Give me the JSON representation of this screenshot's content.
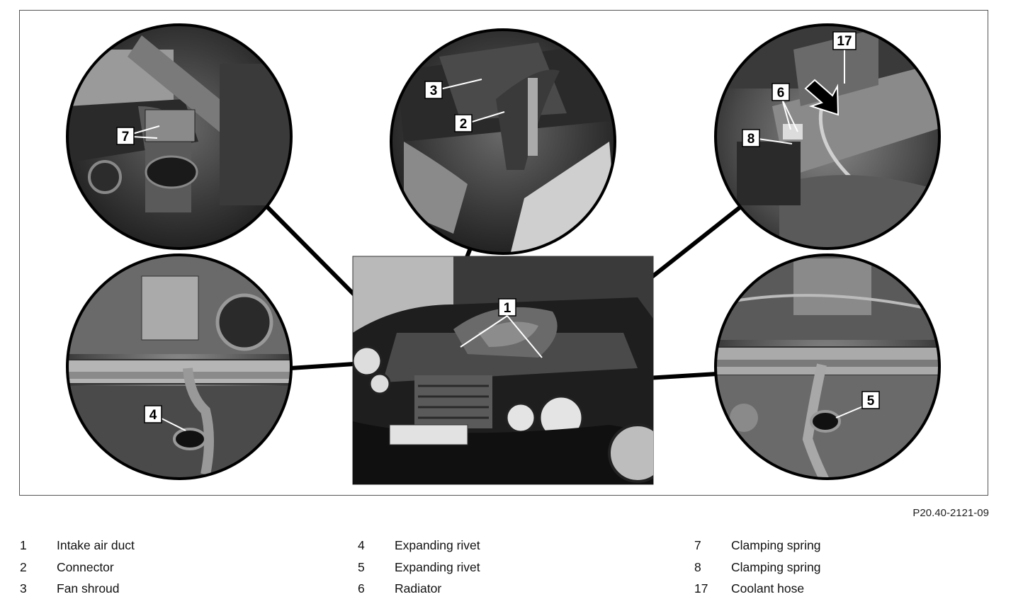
{
  "figure_ref": "P20.40-2121-09",
  "callouts": {
    "c1": "1",
    "c2": "2",
    "c3": "3",
    "c4": "4",
    "c5": "5",
    "c6": "6",
    "c7": "7",
    "c8": "8",
    "c17": "17"
  },
  "legend": {
    "col1": [
      {
        "num": "1",
        "label": "Intake air duct"
      },
      {
        "num": "2",
        "label": "Connector"
      },
      {
        "num": "3",
        "label": "Fan shroud"
      }
    ],
    "col2": [
      {
        "num": "4",
        "label": "Expanding rivet"
      },
      {
        "num": "5",
        "label": "Expanding rivet"
      },
      {
        "num": "6",
        "label": "Radiator"
      }
    ],
    "col3": [
      {
        "num": "7",
        "label": "Clamping spring"
      },
      {
        "num": "8",
        "label": "Clamping spring"
      },
      {
        "num": "17",
        "label": "Coolant hose"
      }
    ]
  }
}
